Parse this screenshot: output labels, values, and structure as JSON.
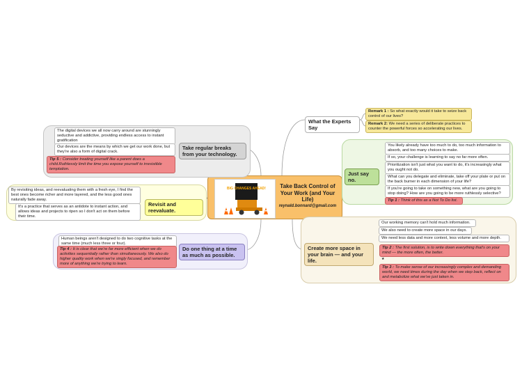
{
  "colors": {
    "central": "#f9c06a",
    "tip": "#f0888a",
    "remark": "#f7e89a",
    "branch_gray": "#d4d4d4",
    "branch_yellow": "#ffff99",
    "branch_purple": "#c9c2f0",
    "branch_green": "#bde09a",
    "branch_beige": "#f4e3bb",
    "link": "#9a9a9a"
  },
  "central": {
    "title": "Take Back Control of Your Work (and Your Life)",
    "email": "reynald.bonnard@gmail.com",
    "image_sign": "BIG CHANGES AHEAD!"
  },
  "branches": {
    "breaks": {
      "label": "Take regular breaks from your technology.",
      "notes": [
        "The digital devices we all now carry around are stunningly seductive and addictive, providing endless access to instant gratification",
        "Our devices are the means by which we get our work done, but they're also a form of digital crack."
      ],
      "tip_label": "Tip 5 :",
      "tip_text": "Consider treating yourself like a parent does a child.Ruthlessly limit the time you expose yourself to irresistible temptation."
    },
    "revisit": {
      "label": "Revisit and reevaluate.",
      "notes": [
        "By revisiting ideas, and reevaluating them with a fresh eye, I find the best ones become richer and more layered, and the less good ones naturally fade away.",
        "It's a practice that serves as an antidote to instant action, and allows ideas and projects to ripen so I don't act on them before their time."
      ]
    },
    "one_thing": {
      "label": "Do one thing at a time as much as possible.",
      "notes": [
        "Human beings aren't designed to do two cognitive tasks at the same time (much less three or four)."
      ],
      "tip_label": "Tip 4 :",
      "tip_text": "It is clear that we're far more efficient when we do activities sequentially rather than simultaneously. We also do higher quality work when we're singly focused, and remember more of anything we're trying to learn."
    },
    "experts": {
      "label": "What the Experts Say",
      "remarks": [
        {
          "label": "Remark 1 :",
          "text": "So what exactly would it take to seize back control of our lives?"
        },
        {
          "label": "Remark 2:",
          "text": "We need a series of deliberate practices to counter the powerful forces so accelerating our lives."
        }
      ]
    },
    "say_no": {
      "label": "Just say no.",
      "notes": [
        "You likely already have too much to do, too much information to absorb, and too many choices to make.",
        "If so, your challenge is learning to say no far more often.",
        "Prioritization isn't just what you want to do, it's increasingly what you ought not do.",
        "What can you delegate and eliminate, take off your plate or put on the back burner in each dimension of your life?",
        "If you're going to take on something new, what are you going to stop doing? How are you going to be more ruthlessly selective?"
      ],
      "tip_label": "Tip 1 :",
      "tip_text": "Think of this as a Not To Do list."
    },
    "space": {
      "label": "Create more space in your brain — and your life.",
      "notes": [
        "Our working memory can't hold much information.",
        "We also need to create more space in our days.",
        "We need less data and more context, less volume and more depth."
      ],
      "tips": [
        {
          "label": "Tip 2 :",
          "text": "The first solution, is to write down everything that's on your mind — the more often, the better."
        },
        {
          "label": "Tip 3 :",
          "text": "To make sense of our increasingly complex and demanding world, we need times during the day when we step back, reflect on and metabolize what we've just taken in."
        }
      ]
    }
  }
}
